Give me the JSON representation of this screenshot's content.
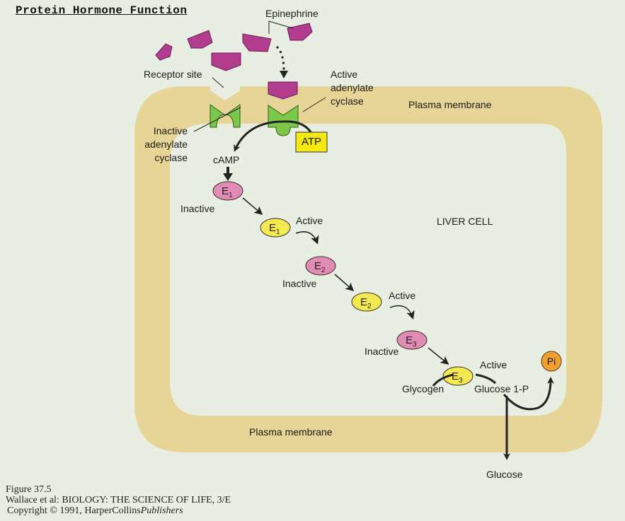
{
  "title": "Protein Hormone Function",
  "colors": {
    "background": "#e8efe2",
    "membrane": "#e6d596",
    "hormone": "#b23d8f",
    "adenylate_cyclase": "#7cc84a",
    "atp_box": "#f4ea0f",
    "inactive_enzyme": "#e08cb4",
    "active_enzyme": "#f2ea50",
    "pi": "#f0a030",
    "arrow": "#222222"
  },
  "labels": {
    "epinephrine": "Epinephrine",
    "receptor_site": "Receptor site",
    "active_adenylate_cyclase": [
      "Active",
      "adenylate",
      "cyclase"
    ],
    "inactive_adenylate_cyclase": [
      "Inactive",
      "adenylate",
      "cyclase"
    ],
    "plasma_membrane_top": "Plasma membrane",
    "plasma_membrane_bottom": "Plasma membrane",
    "atp": "ATP",
    "camp": "cAMP",
    "liver_cell": "LIVER CELL",
    "glycogen": "Glycogen",
    "glucose_1p": "Glucose 1-P",
    "glucose": "Glucose",
    "pi": "Pi"
  },
  "enzymes": [
    {
      "name": "E",
      "sub": "1",
      "state": "Inactive"
    },
    {
      "name": "E",
      "sub": "1",
      "state": "Active"
    },
    {
      "name": "E",
      "sub": "2",
      "state": "Inactive"
    },
    {
      "name": "E",
      "sub": "2",
      "state": "Active"
    },
    {
      "name": "E",
      "sub": "3",
      "state": "Inactive"
    },
    {
      "name": "E",
      "sub": "3",
      "state": "Active"
    }
  ],
  "caption": {
    "figure": "Figure 37.5",
    "source": "Wallace et al: BIOLOGY: THE SCIENCE OF LIFE, 3/E",
    "copyright": "Copyright © 1991, HarperCollins",
    "publisher": "Publishers"
  }
}
